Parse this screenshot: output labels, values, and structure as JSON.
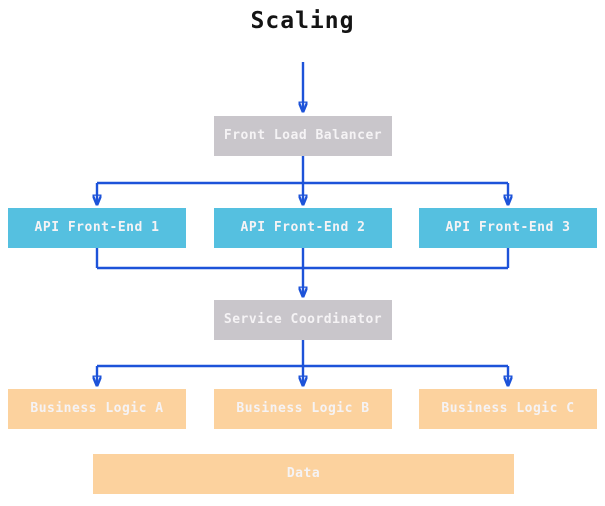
{
  "title": "Scaling",
  "colors": {
    "background": "#ffffff",
    "arrow": "#1d53d9",
    "node_gray": "#c9c6cb",
    "node_cyan": "#55c0e0",
    "node_peach": "#fcd29e",
    "node_text": "#f5f3f5",
    "title_text": "#141414"
  },
  "nodes": {
    "front_load_balancer": "Front Load Balancer",
    "api_front_end_1": "API Front-End 1",
    "api_front_end_2": "API Front-End 2",
    "api_front_end_3": "API Front-End 3",
    "service_coordinator": "Service Coordinator",
    "business_logic_a": "Business Logic A",
    "business_logic_b": "Business Logic B",
    "business_logic_c": "Business Logic C",
    "data_store": "Data"
  },
  "edges": [
    {
      "from": "title",
      "to": "front_load_balancer"
    },
    {
      "from": "front_load_balancer",
      "to": "api_front_end_1"
    },
    {
      "from": "front_load_balancer",
      "to": "api_front_end_2"
    },
    {
      "from": "front_load_balancer",
      "to": "api_front_end_3"
    },
    {
      "from": "api_front_end_1",
      "to": "service_coordinator"
    },
    {
      "from": "api_front_end_2",
      "to": "service_coordinator"
    },
    {
      "from": "api_front_end_3",
      "to": "service_coordinator"
    },
    {
      "from": "service_coordinator",
      "to": "business_logic_a"
    },
    {
      "from": "service_coordinator",
      "to": "business_logic_b"
    },
    {
      "from": "service_coordinator",
      "to": "business_logic_c"
    }
  ]
}
